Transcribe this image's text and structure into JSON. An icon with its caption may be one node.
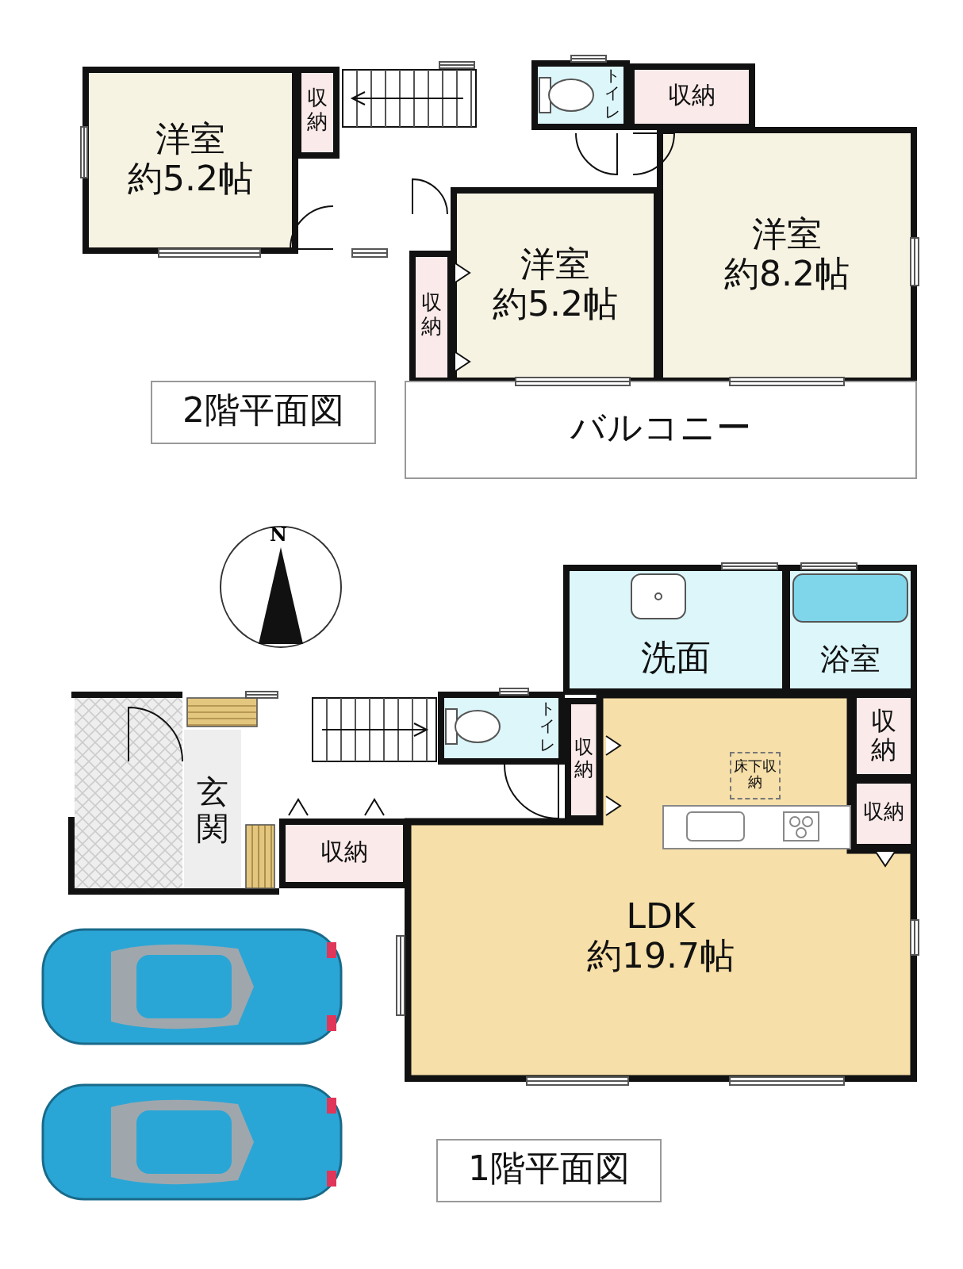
{
  "diagram": {
    "nodes": [
      {
        "text": [
          "洋室",
          "約5.2帖"
        ]
      },
      {
        "text": [
          "収納"
        ]
      },
      {
        "text": [
          "トイレ"
        ]
      },
      {
        "text": [
          "収納"
        ]
      },
      {
        "text": [
          "洋室",
          "約5.2帖"
        ]
      },
      {
        "text": [
          "収納"
        ]
      },
      {
        "text": [
          "洋室",
          "約8.2帖"
        ]
      },
      {
        "text": [
          "バルコニー"
        ]
      },
      {
        "text": [
          "2階平面図"
        ]
      },
      {
        "text": [
          "洗面"
        ]
      },
      {
        "text": [
          "浴室"
        ]
      },
      {
        "text": [
          "玄関"
        ]
      },
      {
        "text": [
          "トイレ"
        ]
      },
      {
        "text": [
          "収納"
        ]
      },
      {
        "text": [
          "収納"
        ]
      },
      {
        "text": [
          "床下収納"
        ],
        "in": 18
      },
      {
        "text": [
          "収納"
        ]
      },
      {
        "text": [
          "収納"
        ]
      },
      {
        "text": [
          "LDK",
          "約19.7帖"
        ]
      },
      {
        "text": [
          "1階平面図"
        ]
      }
    ],
    "labels": [
      "N"
    ]
  }
}
